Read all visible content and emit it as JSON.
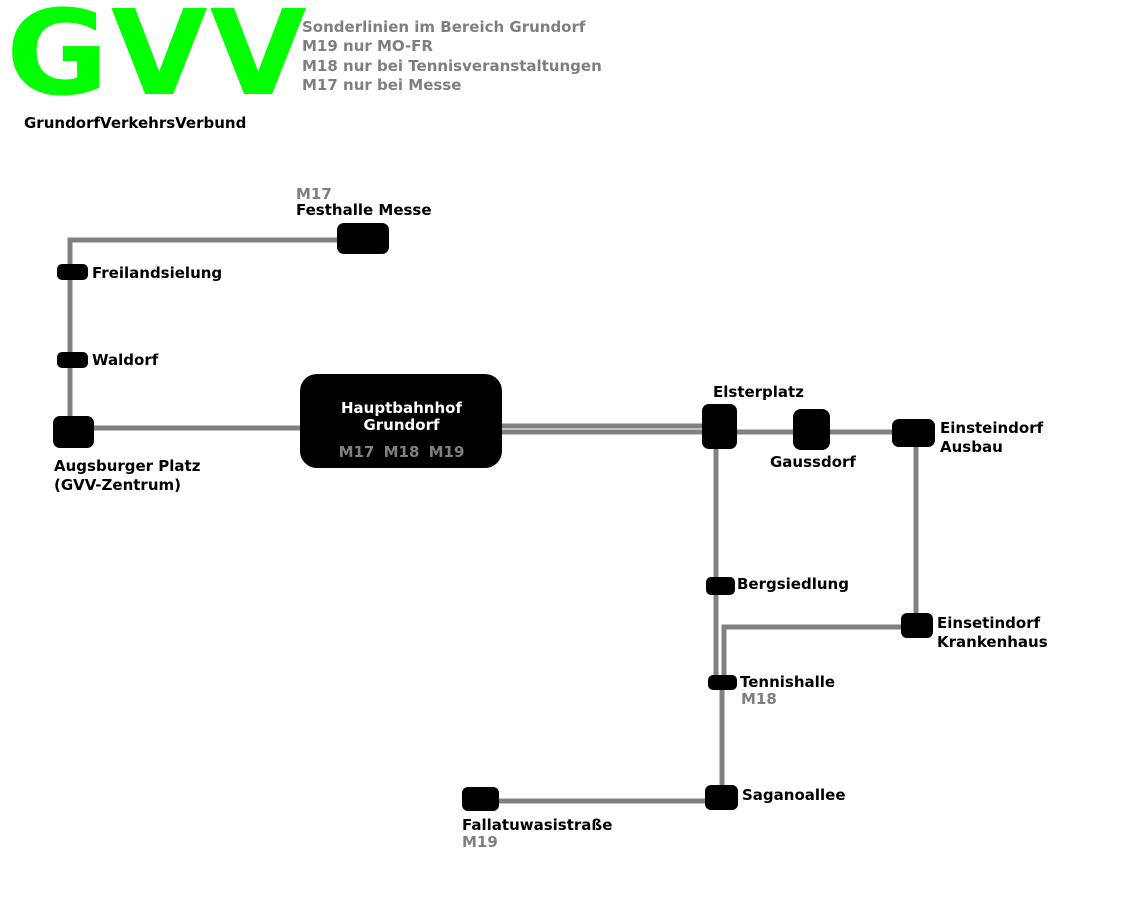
{
  "logo": {
    "text": "GVV",
    "subtitle": "GrundorfVerkehrsVerbund",
    "color": "#00ff00"
  },
  "notes": [
    "Sonderlinien im Bereich Grundorf",
    "M19 nur MO-FR",
    "M18 nur bei Tennisveranstaltungen",
    "M17 nur bei Messe"
  ],
  "colors": {
    "track": "#808080",
    "station": "#000000",
    "hub_text": "#ffffff",
    "line_text": "#7f7f7f"
  },
  "stations": {
    "festhalle": {
      "line": "M17",
      "name": "Festhalle Messe"
    },
    "freilandsiedlung": {
      "name": "Freilandsielung"
    },
    "waldorf": {
      "name": "Waldorf"
    },
    "augsburger": {
      "name1": "Augsburger Platz",
      "name2": "(GVV-Zentrum)"
    },
    "hauptbahnhof": {
      "name1": "Hauptbahnhof",
      "name2": "Grundorf",
      "lines": "M17 M18 M19"
    },
    "elsterplatz": {
      "name": "Elsterplatz"
    },
    "gaussdorf": {
      "name": "Gaussdorf"
    },
    "einsteindorf_ausbau": {
      "name1": "Einsteindorf",
      "name2": "Ausbau"
    },
    "bergsiedlung": {
      "name": "Bergsiedlung"
    },
    "einsteindorf_kh": {
      "name1": "Einsetindorf",
      "name2": "Krankenhaus"
    },
    "tennishalle": {
      "name": "Tennishalle",
      "line": "M18"
    },
    "saganoallee": {
      "name": "Saganoallee"
    },
    "fallatuwasi": {
      "name": "Fallatuwasistraße",
      "line": "M19"
    }
  }
}
